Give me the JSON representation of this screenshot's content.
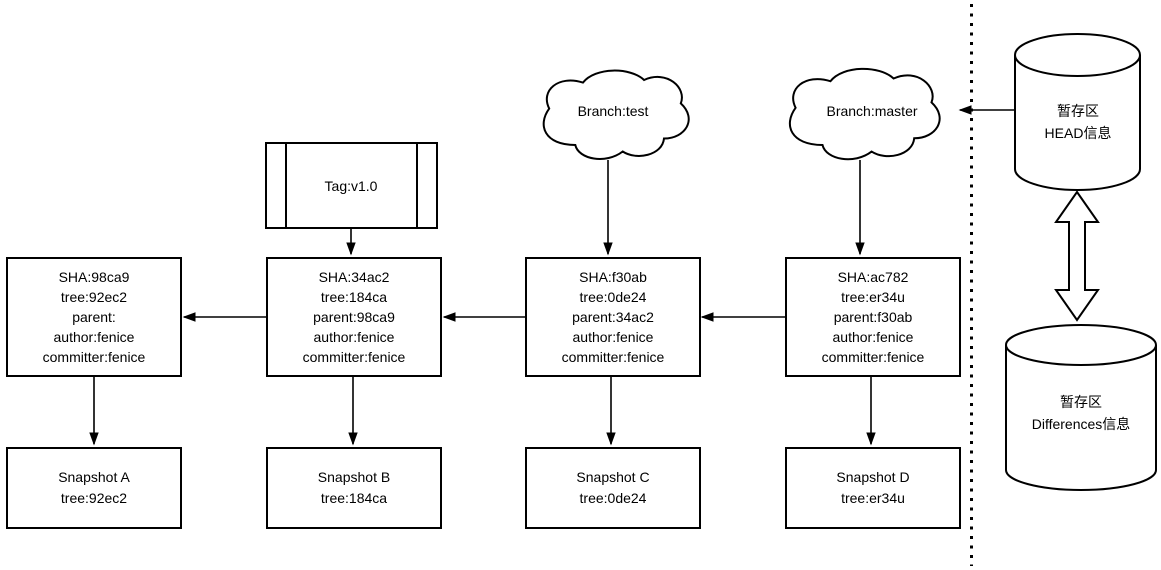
{
  "diagram": {
    "title": "git-internals-diagram",
    "colors": {
      "stroke": "#000000",
      "background": "#ffffff",
      "text": "#000000"
    },
    "tag": {
      "label": "Tag:v1.0"
    },
    "branches": [
      {
        "label": "Branch:test"
      },
      {
        "label": "Branch:master"
      }
    ],
    "commits": [
      {
        "sha": "SHA:98ca9",
        "tree": "tree:92ec2",
        "parent": "parent:",
        "author": "author:fenice",
        "committer": "committer:fenice"
      },
      {
        "sha": "SHA:34ac2",
        "tree": "tree:184ca",
        "parent": "parent:98ca9",
        "author": "author:fenice",
        "committer": "committer:fenice"
      },
      {
        "sha": "SHA:f30ab",
        "tree": "tree:0de24",
        "parent": "parent:34ac2",
        "author": "author:fenice",
        "committer": "committer:fenice"
      },
      {
        "sha": "SHA:ac782",
        "tree": "tree:er34u",
        "parent": "parent:f30ab",
        "author": "author:fenice",
        "committer": "committer:fenice"
      }
    ],
    "snapshots": [
      {
        "name": "Snapshot A",
        "tree": "tree:92ec2"
      },
      {
        "name": "Snapshot B",
        "tree": "tree:184ca"
      },
      {
        "name": "Snapshot C",
        "tree": "tree:0de24"
      },
      {
        "name": "Snapshot D",
        "tree": "tree:er34u"
      }
    ],
    "staging_areas": [
      {
        "line1": "暂存区",
        "line2": "HEAD信息"
      },
      {
        "line1": "暂存区",
        "line2": "Differences信息"
      }
    ]
  }
}
